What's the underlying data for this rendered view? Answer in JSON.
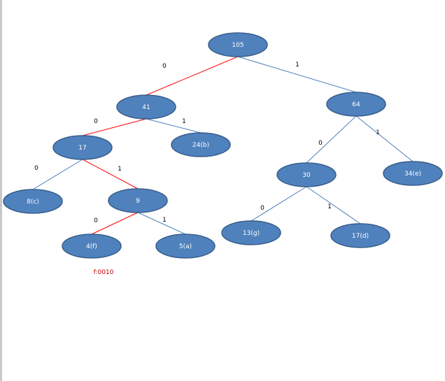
{
  "colors": {
    "node_fill": "#4f81bd",
    "node_stroke": "#385d8a",
    "edge_default": "#4a7ebb",
    "edge_highlight": "#ff0000",
    "code_text": "#c00000"
  },
  "nodes": [
    {
      "id": "n105",
      "label": "105"
    },
    {
      "id": "n41",
      "label": "41"
    },
    {
      "id": "n64",
      "label": "64"
    },
    {
      "id": "n17",
      "label": "17"
    },
    {
      "id": "n24b",
      "label": "24(b)"
    },
    {
      "id": "n30",
      "label": "30"
    },
    {
      "id": "n34e",
      "label": "34(e)"
    },
    {
      "id": "n8c",
      "label": "8(c)"
    },
    {
      "id": "n9",
      "label": "9"
    },
    {
      "id": "n13g",
      "label": "13(g)"
    },
    {
      "id": "n17d",
      "label": "17(d)"
    },
    {
      "id": "n4f",
      "label": "4(f)"
    },
    {
      "id": "n5a",
      "label": "5(a)"
    }
  ],
  "edges": [
    {
      "from": "n105",
      "to": "n41",
      "label": "0",
      "highlight": true
    },
    {
      "from": "n105",
      "to": "n64",
      "label": "1",
      "highlight": false
    },
    {
      "from": "n41",
      "to": "n17",
      "label": "0",
      "highlight": true
    },
    {
      "from": "n41",
      "to": "n24b",
      "label": "1",
      "highlight": false
    },
    {
      "from": "n64",
      "to": "n30",
      "label": "0",
      "highlight": false
    },
    {
      "from": "n64",
      "to": "n34e",
      "label": "1",
      "highlight": false
    },
    {
      "from": "n17",
      "to": "n8c",
      "label": "0",
      "highlight": false
    },
    {
      "from": "n17",
      "to": "n9",
      "label": "1",
      "highlight": true
    },
    {
      "from": "n30",
      "to": "n13g",
      "label": "0",
      "highlight": false
    },
    {
      "from": "n30",
      "to": "n17d",
      "label": "1",
      "highlight": false
    },
    {
      "from": "n9",
      "to": "n4f",
      "label": "0",
      "highlight": true
    },
    {
      "from": "n9",
      "to": "n5a",
      "label": "1",
      "highlight": false
    }
  ],
  "code_label": "f:0010"
}
